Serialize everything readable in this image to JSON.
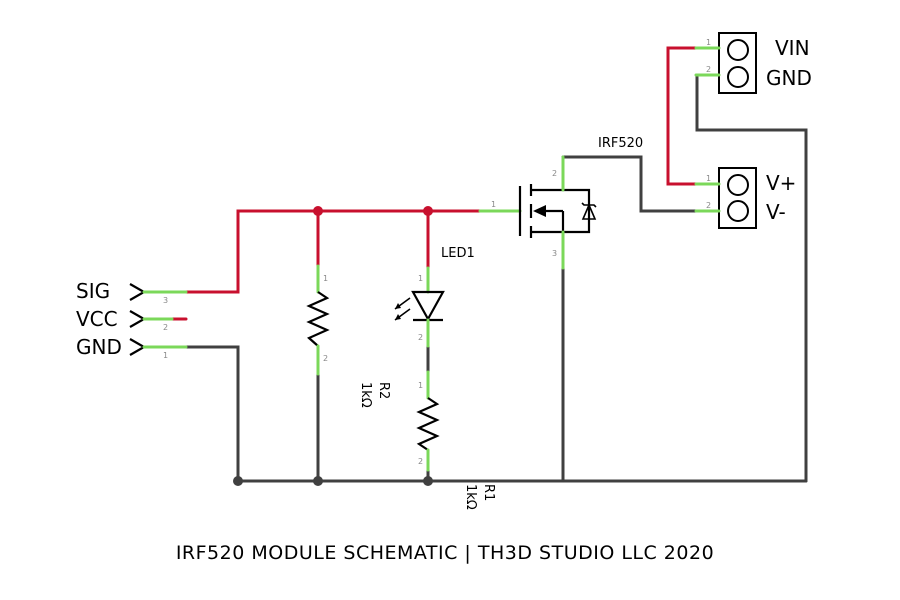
{
  "title": "IRF520 MODULE SCHEMATIC | TH3D STUDIO LLC 2020",
  "input_connector": {
    "labels": [
      "SIG",
      "VCC",
      "GND"
    ],
    "pin_numbers": [
      "3",
      "2",
      "1"
    ]
  },
  "components": {
    "mosfet": {
      "name": "IRF520",
      "pins": [
        "1",
        "2",
        "3"
      ]
    },
    "led": {
      "name": "LED1",
      "pins": [
        "1",
        "2"
      ]
    },
    "r1": {
      "name": "R1",
      "value": "1kΩ",
      "pins": [
        "1",
        "2"
      ]
    },
    "r2": {
      "name": "R2",
      "value": "1kΩ",
      "pins": [
        "1",
        "2"
      ]
    }
  },
  "power_connector": {
    "labels": [
      "VIN",
      "GND"
    ],
    "pins": [
      "1",
      "2"
    ]
  },
  "output_connector": {
    "labels": [
      "V+",
      "V-"
    ],
    "pins": [
      "1",
      "2"
    ]
  },
  "colors": {
    "signal_wire": "#c8102e",
    "ground_wire": "#404040",
    "pin": "#7bd85a"
  }
}
